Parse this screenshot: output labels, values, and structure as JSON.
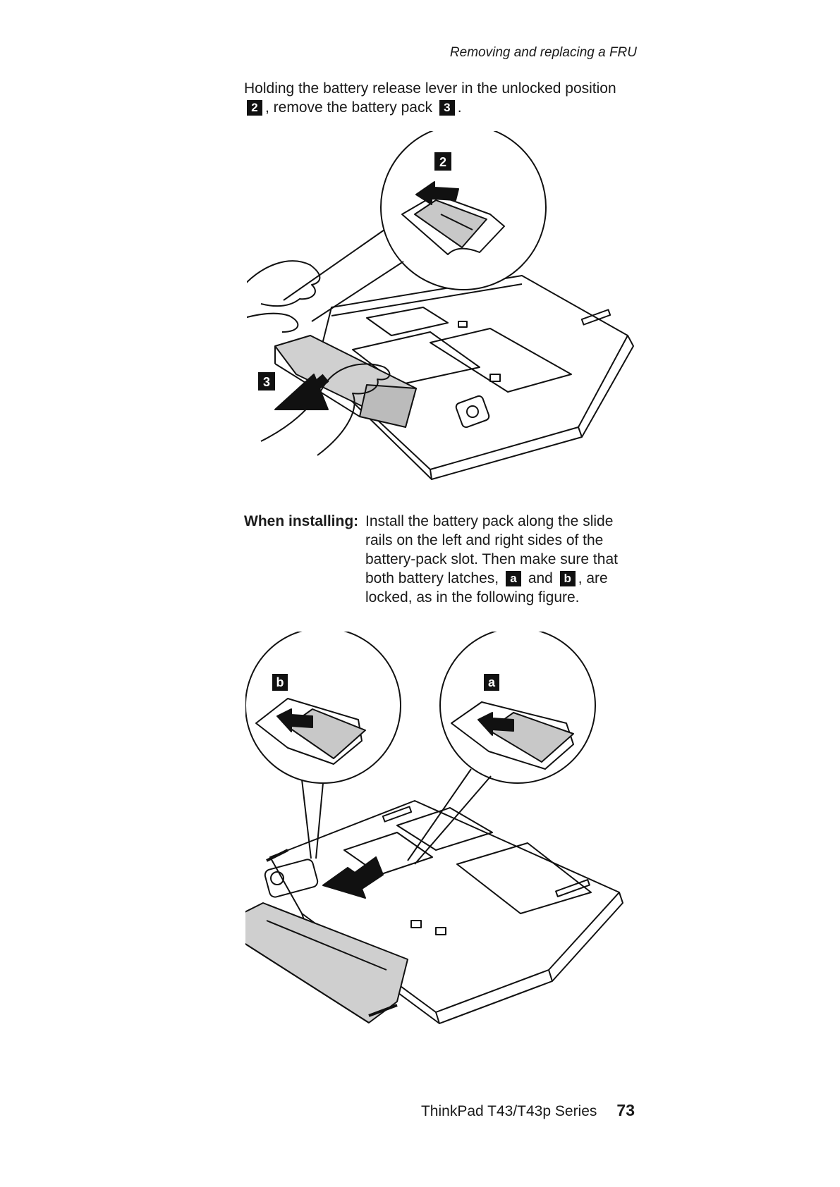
{
  "header": {
    "title": "Removing and replacing a FRU"
  },
  "step": {
    "text_1": "Holding the battery release lever in the unlocked position",
    "key_1": "2",
    "text_2": ", remove the battery pack",
    "key_2": "3",
    "text_3": "."
  },
  "figure1": {
    "callout_lever": "2",
    "callout_pack": "3"
  },
  "install": {
    "label": "When installing:",
    "text_1": "Install the battery pack along the slide rails on the left and right sides of the battery-pack slot. Then make sure that both battery latches,",
    "key_a": "a",
    "text_2": "and",
    "key_b": "b",
    "text_3": ", are locked, as in the following figure."
  },
  "figure2": {
    "callout_b": "b",
    "callout_a": "a"
  },
  "footer": {
    "series": "ThinkPad T43/T43p Series",
    "page": "73"
  }
}
